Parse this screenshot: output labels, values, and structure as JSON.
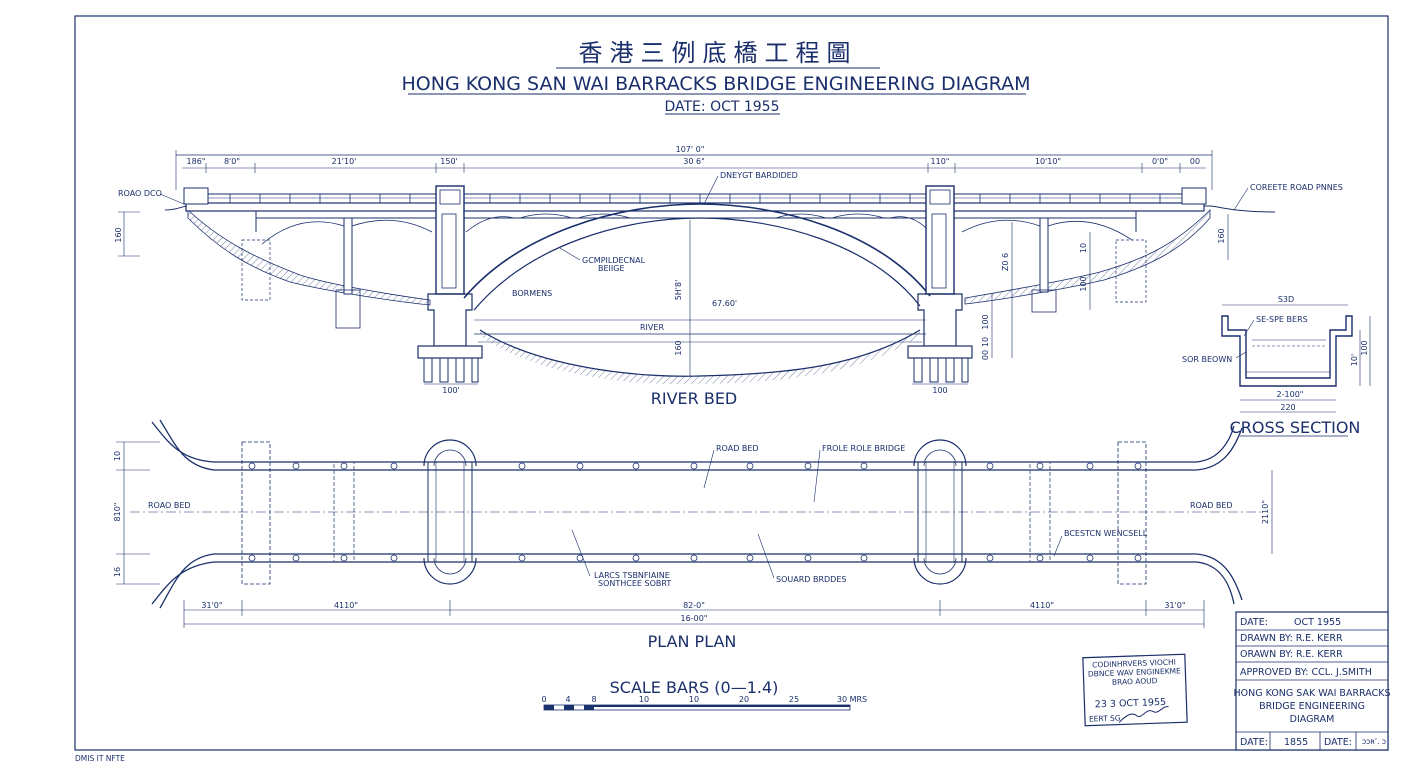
{
  "header": {
    "title_cn": "香港三例底橋工程圖",
    "title_en": "HONG KONG SAN WAI BARRACKS BRIDGE ENGINEERING DIAGRAM",
    "date": "DATE: OCT 1955"
  },
  "elevation": {
    "overall_dim": "107' 0\"",
    "dims_top": [
      "186\"",
      "8'0\"",
      "21'10'",
      "150'",
      "30 6\"",
      "110\"",
      "10'10\"",
      "0'0\"",
      "00"
    ],
    "labels": {
      "road_deck": "ROAO DCO",
      "deck": "DNEYGT BARDIDED",
      "concrete": "COREETE ROAD PNNES",
      "compilded": "GCMPILDECNAL",
      "belige": "BEIIGE",
      "bormens": "BORMENS",
      "river": "RIVER",
      "span": "67.60'"
    },
    "dims_side": [
      "160",
      "5H'8'",
      "160",
      "Z0 6",
      "100",
      "10",
      "00",
      "10",
      "100",
      "160"
    ],
    "dims_bottom": [
      "100'",
      "100"
    ],
    "section_title": "RIVER BED"
  },
  "cross_section": {
    "top_dim": "S3D",
    "label_1": "SE-SPE BERS",
    "label_2": "SOR BEOWN",
    "dim_1": "2-100\"",
    "dim_2": "220",
    "side_dims": [
      "10'",
      "100"
    ],
    "title": "CROSS SECTION"
  },
  "plan": {
    "labels": {
      "road_bed_top": "ROAD BED",
      "frole": "FROLE ROLE BRIDGE",
      "road_bed_left": "ROAO BED",
      "road_bed_right": "ROAD BED",
      "bcestch": "BCESTCN WENCSELL",
      "larcs": "LARCS TSBNFIAINE",
      "larcs_2": "SONTHCEE SOBRT",
      "squard": "SOUARD BRDDES"
    },
    "dims_bottom": [
      "31'0\"",
      "4110\"",
      "82-0\"",
      "4110\"",
      "31'0\""
    ],
    "overall": "16-00\"",
    "side_dims": [
      "10",
      "810\"",
      "16",
      "2110\""
    ],
    "title": "PLAN PLAN"
  },
  "scale": {
    "title": "SCALE BARS (0—1.4)",
    "ticks": [
      "0",
      "4",
      "8",
      "10",
      "10",
      "20",
      "25",
      "30 MRS"
    ]
  },
  "stamp": {
    "line1": "CODINHRVERS VIOCHI",
    "line2": "DBNCE WAV ENGINEKME",
    "line3": "BRAO AOUD",
    "date": "23 3  OCT 1955",
    "sig_label": "EERT SG"
  },
  "title_block": {
    "date_label": "DATE:",
    "date_value": "OCT 1955",
    "drawn_by_1": "DRAWN BY:  R.E. KERR",
    "drawn_by_2": "ORAWN BY:  R.E. KERR",
    "approved": "APPROVED BY:  CCL. J.SMITH",
    "project_1": "HONG KONG SAK WAI BARRACKS",
    "project_2": "BRIDGE  ENGINEERING",
    "project_3": "DIAGRAM",
    "footer_date_label": "DATE:",
    "footer_date_value": "1855",
    "footer_date_label_2": "DATE:",
    "footer_sheet": "ɔɔʀʼ. ɔ"
  },
  "corner_note": "DMIS IT NFTE",
  "colors": {
    "ink": "#1a2f6b",
    "paper": "#ffffff"
  }
}
